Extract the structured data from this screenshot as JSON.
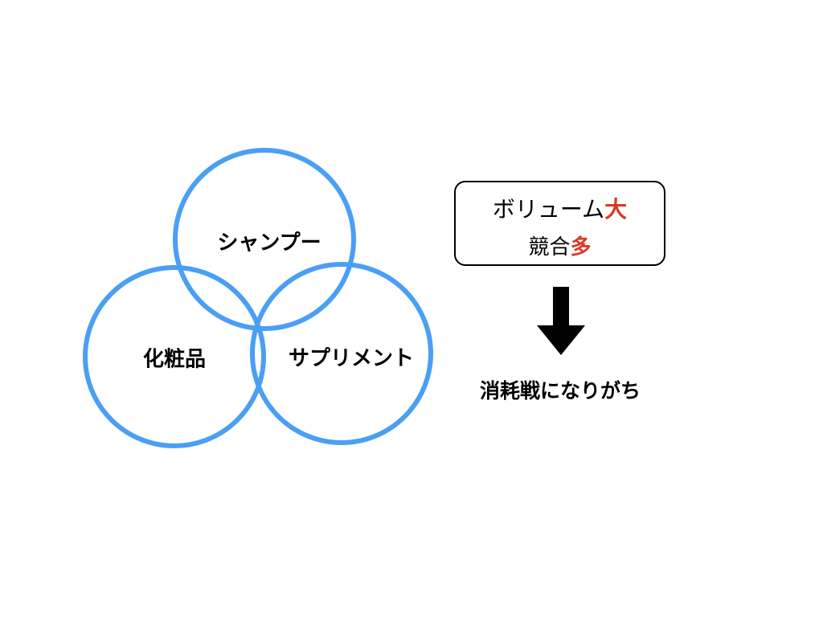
{
  "circles": {
    "top": "シャンプー",
    "left": "化粧品",
    "right": "サプリメント"
  },
  "box": {
    "line1_text": "ボリューム",
    "line1_emphasis": "大",
    "line2_text": "競合",
    "line2_emphasis": "多"
  },
  "result": "消耗戦になりがち",
  "colors": {
    "circle": "#4a9ff5",
    "emphasis": "#d93a26"
  },
  "icons": {
    "arrow": "arrow-down-icon"
  }
}
